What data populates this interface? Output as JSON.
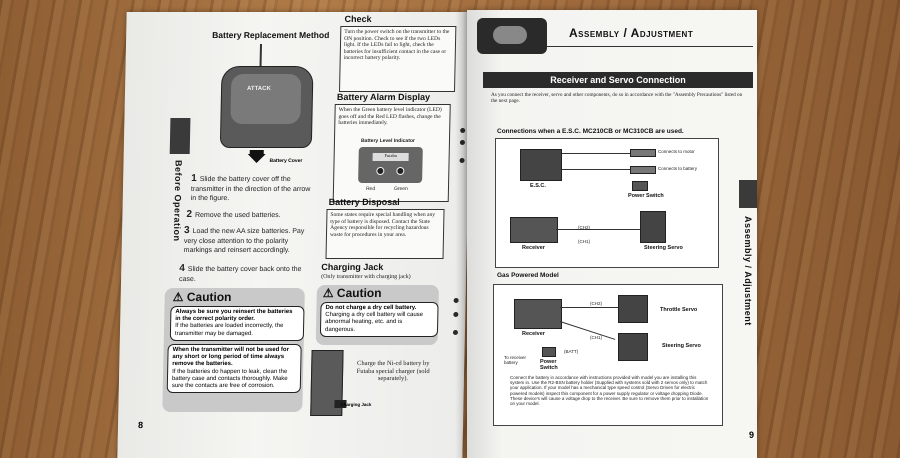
{
  "left_page": {
    "battery_replacement": {
      "title": "Battery Replacement Method",
      "transmitter_label": "ATTACK",
      "battery_cover_label": "Battery Cover",
      "steps": [
        {
          "num": "1",
          "text": "Slide the battery cover off the transmitter in the direction of the arrow in the figure."
        },
        {
          "num": "2",
          "text": "Remove the used batteries."
        },
        {
          "num": "3",
          "text": "Load the new AA size batteries. Pay very close attention to the polarity markings and reinsert accordingly."
        },
        {
          "num": "4",
          "text": "Slide the battery cover back onto the case."
        }
      ]
    },
    "side_tab": "Before Operation",
    "check": {
      "title": "Check",
      "text": "Turn the power switch on the transmitter to the ON position. Check to see if the two LEDs light. If the LEDs fail to light, check the batteries for insufficient contact in the case or incorrect battery polarity."
    },
    "alarm": {
      "title": "Battery Alarm Display",
      "text": "When the Green battery level indicator (LED) goes off and the Red LED flashes, change the batteries immediately.",
      "indicator_title": "Battery Level Indicator",
      "brand": "Futaba",
      "red": "Red",
      "green": "Green"
    },
    "disposal": {
      "title": "Battery Disposal",
      "text": "Some states require special handling when any type of battery is disposed. Contact the State Agency responsible for recycling hazardous waste for procedures in your area."
    },
    "charging": {
      "title": "Charging Jack",
      "subtitle": "(Only transmitter with charging jack)",
      "text": "Charge the Ni-cd battery by Futaba special charger (sold separately).",
      "jack_label": "Charging Jack"
    },
    "caution1": {
      "title": "Caution",
      "box1_bold": "Always be sure you reinsert the batteries in the correct polarity order.",
      "box1_text": "If the batteries are loaded incorrectly, the transmitter may be damaged.",
      "box2_bold": "When the transmitter will not be used for any short or long period of time always remove the batteries.",
      "box2_text": "If the batteries do happen to leak, clean the battery case and contacts thoroughly. Make sure the contacts are free of corrosion."
    },
    "caution2": {
      "title": "Caution",
      "bold": "Do not charge a dry cell battery.",
      "text": "Charging a dry cell battery will cause abnormal heating, etc. and is dangerous."
    },
    "page_number": "8"
  },
  "right_page": {
    "header": "Assembly / Adjustment",
    "section_title": "Receiver and Servo Connection",
    "intro": "As you connect the receiver, servo and other components, do so in accordance with the \"Assembly Precautions\" listed on the next page.",
    "esc_title": "Connections when a E.S.C. MC210CB or MC310CB are used.",
    "esc_labels": {
      "esc": "E.S.C.",
      "motor": "Connects to motor",
      "battery": "Connects to battery",
      "power_switch": "Power Switch",
      "ch2": "(CH2)",
      "ch1": "(CH1)",
      "receiver": "Receiver",
      "steering": "Steering Servo"
    },
    "gas_title": "Gas Powered Model",
    "gas_labels": {
      "ch2": "(CH2)",
      "throttle": "Throttle Servo",
      "receiver": "Receiver",
      "ch1": "(CH1)",
      "steering": "Steering Servo",
      "batt": "(BATT)",
      "to_receiver_battery": "To receiver battery",
      "power_switch": "Power Switch"
    },
    "notes": "Connect the battery in accordance with instructions provided with model you are installing this system in. Use the R2-BSN battery holder (Supplied with systems sold with 2 servos only) to match your application. If your model has a mechanical type speed control (Servo Driven for electric powered models) inspect this component for a power supply regulator or voltage dropping Diode. These device's will cause a voltage drop to the receiver. Be sure to remove them prior to installation on your model.",
    "side_tab": "Assembly / Adjustment",
    "page_number": "9"
  },
  "colors": {
    "section_bar": "#2b2b2b",
    "tab": "#3a3a3a",
    "caution_bg": "#c9c9c9"
  }
}
